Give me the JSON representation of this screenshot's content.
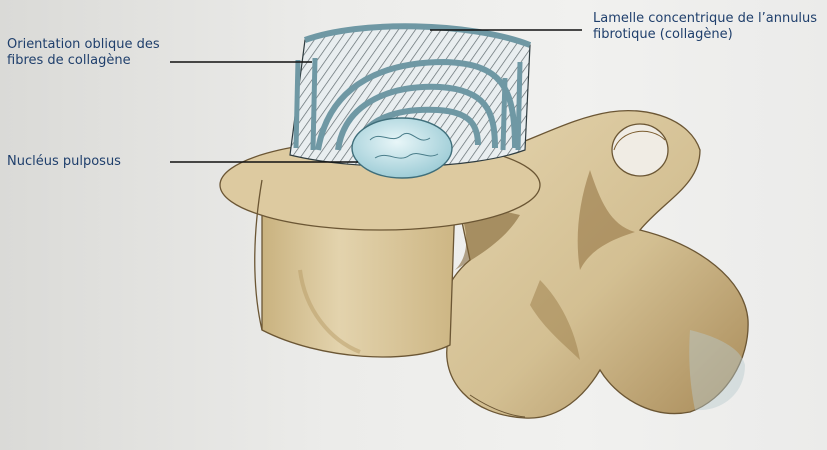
{
  "labels": {
    "orientation": {
      "line1": "Orientation oblique des",
      "line2": "fibres de collagène"
    },
    "nucleus": "Nucléus pulposus",
    "lamelle": {
      "line1": "Lamelle concentrique de l’annulus",
      "line2": "fibrotique (collagène)"
    }
  },
  "colors": {
    "label_text": "#1f3f6c",
    "bone_fill": "#d7c49b",
    "bone_shadow": "#8a6d3f",
    "fiber": "#6f98a4",
    "nucleus": "#bfe1e8",
    "leader_line": "#111111"
  }
}
